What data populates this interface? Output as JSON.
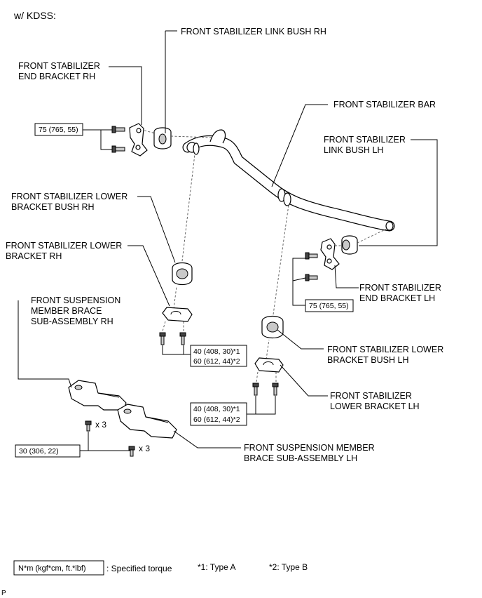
{
  "header": {
    "variant": "w/ KDSS:"
  },
  "labels": {
    "link_bush_rh": "FRONT STABILIZER LINK BUSH RH",
    "end_bracket_rh_1": "FRONT STABILIZER",
    "end_bracket_rh_2": "END BRACKET RH",
    "stabilizer_bar": "FRONT STABILIZER BAR",
    "link_bush_lh_1": "FRONT STABILIZER",
    "link_bush_lh_2": "LINK BUSH LH",
    "lower_bracket_bush_rh_1": "FRONT STABILIZER LOWER",
    "lower_bracket_bush_rh_2": "BRACKET BUSH RH",
    "lower_bracket_rh_1": "FRONT STABILIZER LOWER",
    "lower_bracket_rh_2": "BRACKET RH",
    "end_bracket_lh_1": "FRONT STABILIZER",
    "end_bracket_lh_2": "END BRACKET LH",
    "brace_rh_1": "FRONT SUSPENSION",
    "brace_rh_2": "MEMBER BRACE",
    "brace_rh_3": "SUB-ASSEMBLY RH",
    "lower_bracket_bush_lh_1": "FRONT STABILIZER LOWER",
    "lower_bracket_bush_lh_2": "BRACKET BUSH LH",
    "lower_bracket_lh_1": "FRONT STABILIZER",
    "lower_bracket_lh_2": "LOWER BRACKET LH",
    "brace_lh_1": "FRONT SUSPENSION MEMBER",
    "brace_lh_2": "BRACE SUB-ASSEMBLY LH"
  },
  "torques": {
    "end_bracket_rh": "75 (765, 55)",
    "end_bracket_lh": "75 (765, 55)",
    "lower_bracket_rh_a": "40 (408, 30)*1",
    "lower_bracket_rh_b": "60 (612, 44)*2",
    "lower_bracket_lh_a": "40 (408, 30)*1",
    "lower_bracket_lh_b": "60 (612, 44)*2",
    "brace": "30 (306, 22)"
  },
  "quantities": {
    "brace_rh_bolts": "x 3",
    "brace_lh_bolts": "x 3"
  },
  "legend": {
    "unit_box": "N*m (kgf*cm, ft.*lbf)",
    "unit_desc": ": Specified torque",
    "note_1": "*1: Type A",
    "note_2": "*2: Type B"
  },
  "footer": {
    "code": "P"
  }
}
